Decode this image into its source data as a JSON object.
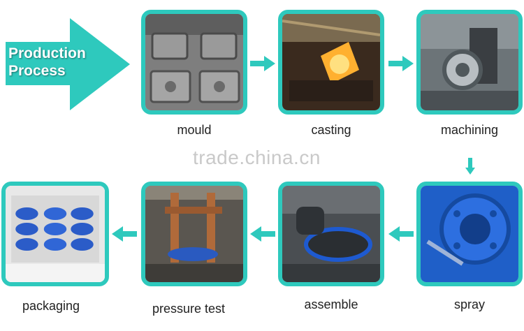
{
  "banner": {
    "line1": "Production",
    "line2": "Process"
  },
  "watermark": "trade.china.cn",
  "accent": "#2ec9bd",
  "steps": [
    {
      "label": "mould"
    },
    {
      "label": "casting"
    },
    {
      "label": "machining"
    },
    {
      "label": "spray"
    },
    {
      "label": "assemble"
    },
    {
      "label": "pressure test"
    },
    {
      "label": "packaging"
    }
  ]
}
